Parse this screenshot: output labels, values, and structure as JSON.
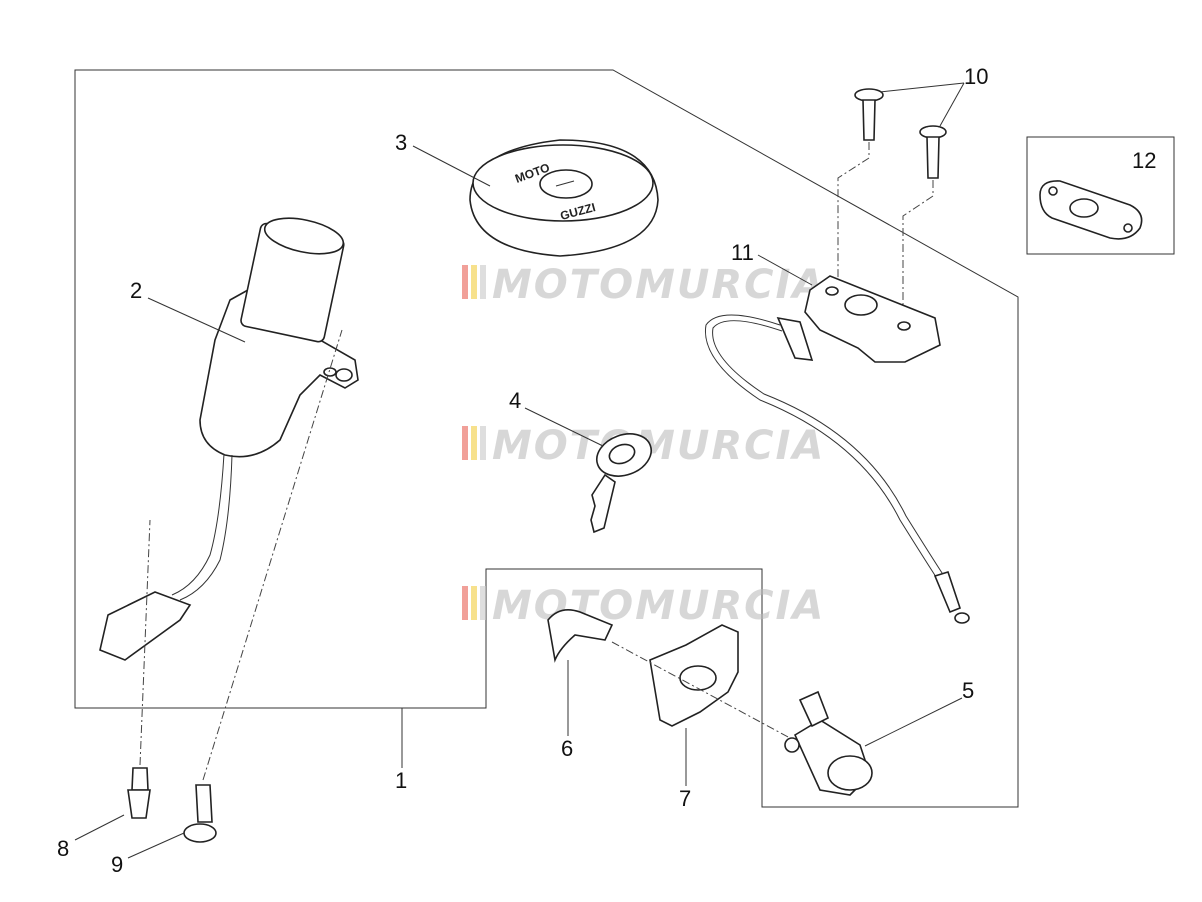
{
  "diagram": {
    "watermark": "MOTOMURCIA",
    "watermark_stripe_colors": [
      "#e34234",
      "#f0c419",
      "#c8c8c8"
    ],
    "callouts": [
      "1",
      "2",
      "3",
      "4",
      "5",
      "6",
      "7",
      "8",
      "9",
      "10",
      "11",
      "12"
    ],
    "fuel_cap_text": [
      "MOTO",
      "GUZZI"
    ]
  }
}
